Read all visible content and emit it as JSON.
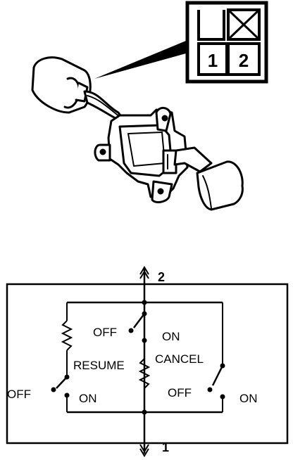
{
  "connector": {
    "pin_1": "1",
    "pin_2": "2"
  },
  "schematic": {
    "terminal_top": "2",
    "terminal_bottom": "1",
    "resume_switch": {
      "off_label": "OFF",
      "on_label": "ON"
    },
    "resistor_label": "RESUME",
    "cancel_label": "CANCEL",
    "left_switch": {
      "off_label": "OFF",
      "on_label": "ON"
    },
    "right_switch": {
      "off_label": "OFF",
      "on_label": "ON"
    }
  },
  "colors": {
    "ink": "#000000",
    "paper": "#ffffff"
  }
}
